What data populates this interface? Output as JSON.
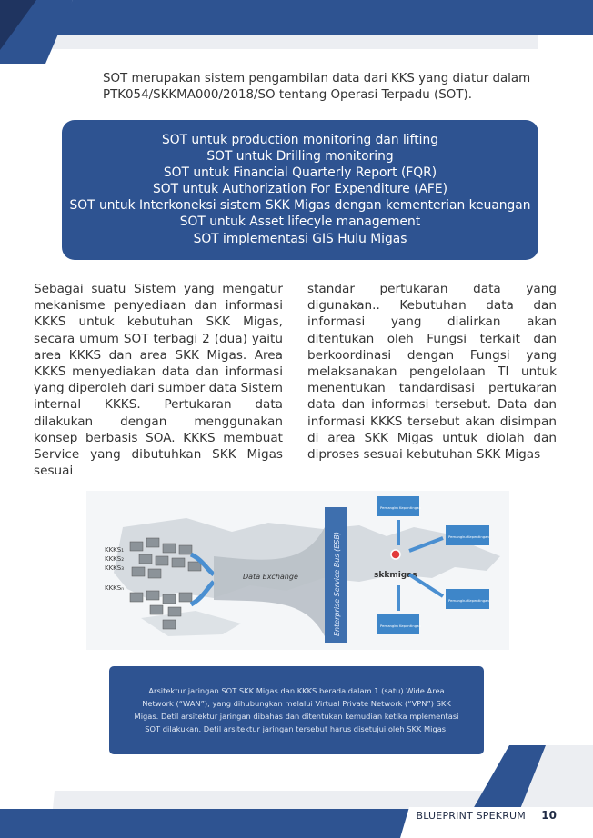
{
  "intro": "SOT merupakan sistem pengambilan data dari KKS yang diatur dalam PTK054/SKKMA000/2018/SO tentang Operasi Terpadu (SOT).",
  "sot_list": [
    "SOT untuk production monitoring dan lifting",
    "SOT untuk Drilling monitoring",
    "SOT untuk Financial Quarterly Report (FQR)",
    "SOT untuk Authorization For Expenditure (AFE)",
    "SOT untuk Interkoneksi sistem SKK Migas dengan kementerian keuangan",
    "SOT untuk Asset lifecyle management",
    "SOT implementasi GIS Hulu Migas"
  ],
  "body": {
    "left": "Sebagai suatu Sistem yang mengatur mekanisme penyediaan dan informasi KKKS untuk kebutuhan SKK Migas, secara umum SOT terbagi 2 (dua) yaitu area KKKS dan area SKK Migas. Area KKKS menyediakan data dan informasi yang diperoleh dari sumber data Sistem internal KKKS. Pertukaran data dilakukan dengan menggunakan konsep berbasis SOA. KKKS membuat Service yang dibutuhkan SKK Migas sesuai",
    "right": "standar pertukaran data yang digunakan.. Kebutuhan data dan informasi yang dialirkan akan ditentukan oleh Fungsi terkait dan berkoordinasi dengan Fungsi yang melaksanakan pengelolaan TI untuk menentukan tandardisasi pertukaran data dan informasi tersebut. Data dan informasi KKKS tersebut akan disimpan di area SKK Migas untuk diolah dan diproses sesuai kebutuhan SKK Migas"
  },
  "figure": {
    "kkks_labels": [
      "KKKS₁",
      "KKKS₂",
      "KKKS₃",
      "KKKSₙ"
    ],
    "data_exchange": "Data Exchange",
    "esb": "Enterprise Service Bus (ESB)",
    "skkmigas": "skkmigas",
    "stakeholders": [
      "Pemangku Kepentingan",
      "Pemangku Kepentingan",
      "Pemangku Kepentingan",
      "Pemangku Kepentingan"
    ]
  },
  "caption": "Arsitektur jaringan SOT SKK Migas dan KKKS berada dalam 1 (satu) Wide Area Network (“WAN”), yang dihubungkan melalui Virtual Private Network (“VPN”) SKK Migas.  Detil arsitektur jaringan dibahas dan ditentukan kemudian ketika mplementasi SOT dilakukan.  Detil arsitektur jaringan tersebut harus disetujui oleh SKK Migas.",
  "footer": {
    "title": "BLUEPRINT SPEKRUM",
    "page": "10"
  },
  "colors": {
    "primary": "#2e5391",
    "dark": "#1f2a44",
    "light_gray": "#eceef2"
  }
}
